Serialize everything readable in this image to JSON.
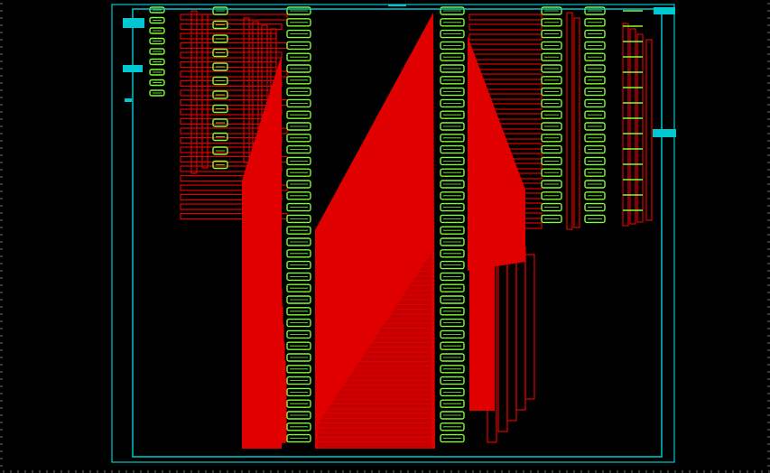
{
  "canvas": {
    "background": "#000000",
    "ruler_color": "#6e6e6e"
  },
  "layers": {
    "boundary": {
      "color": "#00c8d2"
    },
    "metal": {
      "color": "#e00000"
    },
    "cell_outline": {
      "color": "#7dff32"
    }
  },
  "pins": {
    "left": [
      "port",
      "port",
      "port"
    ],
    "right": [
      "port",
      "port"
    ]
  },
  "cell_columns": {
    "left_small_rows": 9,
    "narrow_column_rows": 12,
    "main_column_rows": 38,
    "right_main_column_rows": 38,
    "right_small_column_rows": 19,
    "far_right_column_rows": 19
  }
}
